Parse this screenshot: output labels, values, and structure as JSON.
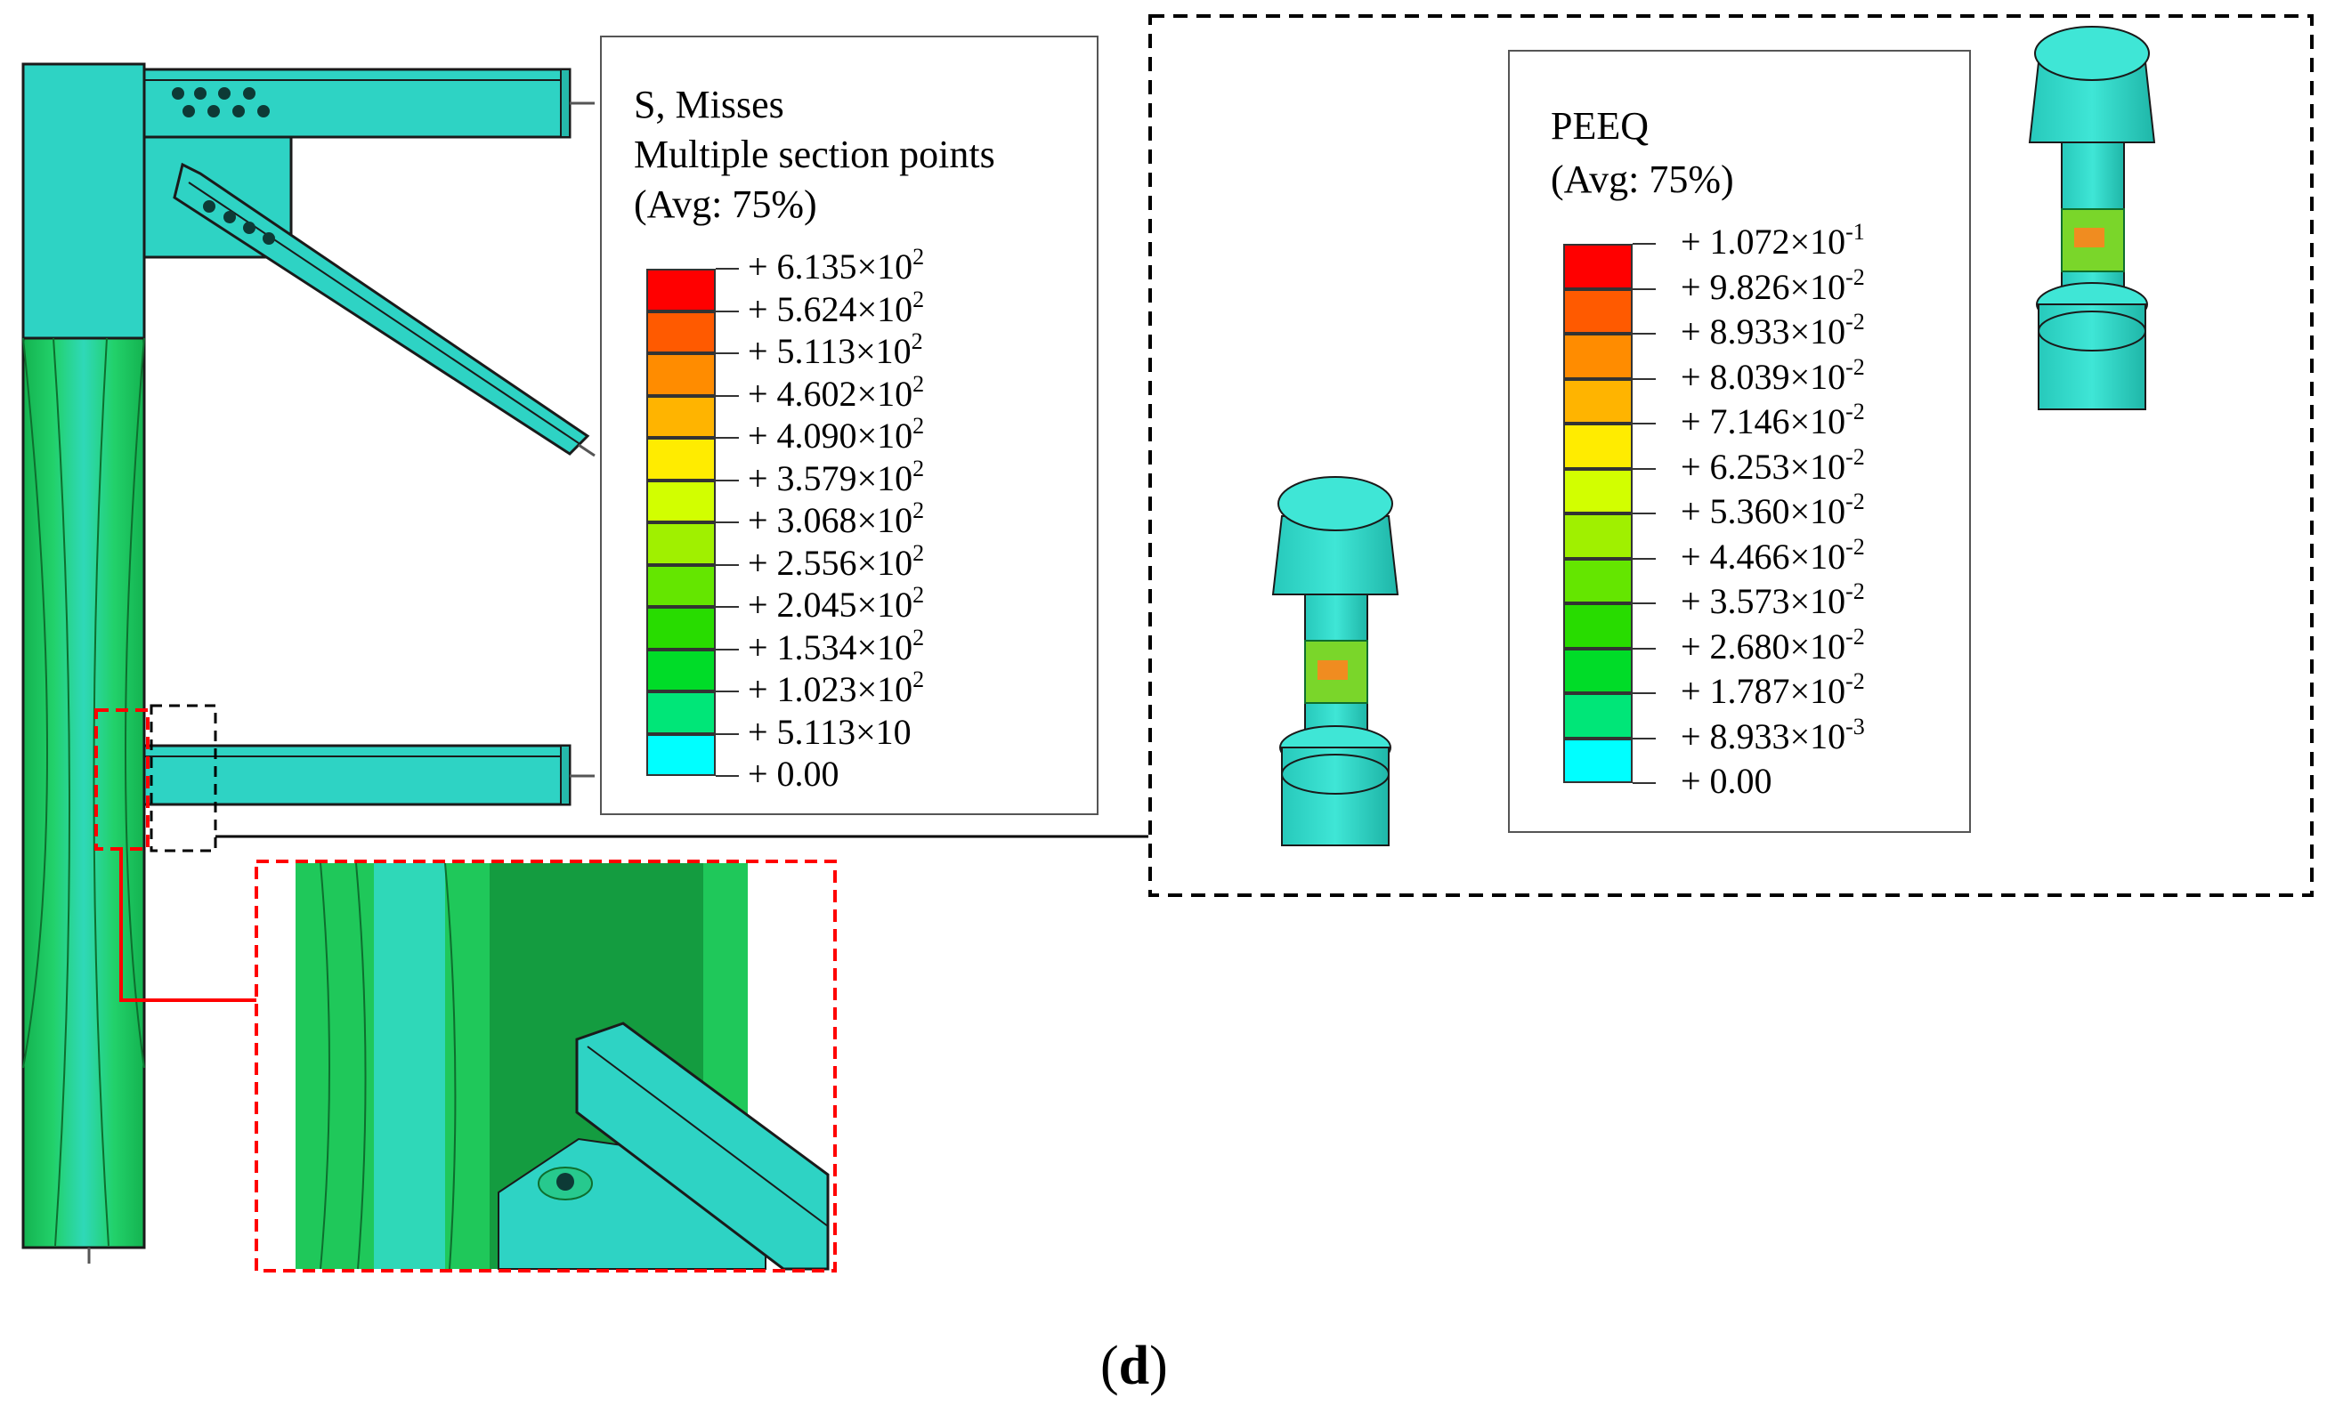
{
  "stress_legend": {
    "title_lines": [
      "S, Misses",
      "Multiple section points",
      "(Avg: 75%)"
    ],
    "levels": [
      {
        "mantissa": "+ 6.135",
        "times": "×",
        "base": "10",
        "exp": "2",
        "color": "#ff0000"
      },
      {
        "mantissa": "+ 5.624",
        "times": "×",
        "base": "10",
        "exp": "2",
        "color": "#ff5a00"
      },
      {
        "mantissa": "+ 5.113",
        "times": "×",
        "base": "10",
        "exp": "2",
        "color": "#ff8c00"
      },
      {
        "mantissa": "+ 4.602",
        "times": "×",
        "base": "10",
        "exp": "2",
        "color": "#ffb400"
      },
      {
        "mantissa": "+ 4.090",
        "times": "×",
        "base": "10",
        "exp": "2",
        "color": "#ffec00"
      },
      {
        "mantissa": "+ 3.579",
        "times": "×",
        "base": "10",
        "exp": "2",
        "color": "#d2ff00"
      },
      {
        "mantissa": "+ 3.068",
        "times": "×",
        "base": "10",
        "exp": "2",
        "color": "#a0f000"
      },
      {
        "mantissa": "+ 2.556",
        "times": "×",
        "base": "10",
        "exp": "2",
        "color": "#64e600"
      },
      {
        "mantissa": "+ 2.045",
        "times": "×",
        "base": "10",
        "exp": "2",
        "color": "#28dc00"
      },
      {
        "mantissa": "+ 1.534",
        "times": "×",
        "base": "10",
        "exp": "2",
        "color": "#00dc28"
      },
      {
        "mantissa": "+ 1.023",
        "times": "×",
        "base": "10",
        "exp": "2",
        "color": "#00e678"
      },
      {
        "mantissa": "+ 5.113",
        "times": "×",
        "base": "10",
        "exp": "",
        "color": "#00f0c8"
      },
      {
        "mantissa": "+ 0.00",
        "times": "",
        "base": "",
        "exp": "",
        "color": "#00ffff"
      }
    ]
  },
  "peeq_legend": {
    "title_lines": [
      "PEEQ",
      "(Avg: 75%)"
    ],
    "levels": [
      {
        "mantissa": "+ 1.072",
        "times": "×",
        "base": "10",
        "exp": "-1",
        "color": "#ff0000"
      },
      {
        "mantissa": "+ 9.826",
        "times": "×",
        "base": "10",
        "exp": "-2",
        "color": "#ff5a00"
      },
      {
        "mantissa": "+ 8.933",
        "times": "×",
        "base": "10",
        "exp": "-2",
        "color": "#ff8c00"
      },
      {
        "mantissa": "+ 8.039",
        "times": "×",
        "base": "10",
        "exp": "-2",
        "color": "#ffb400"
      },
      {
        "mantissa": "+ 7.146",
        "times": "×",
        "base": "10",
        "exp": "-2",
        "color": "#ffec00"
      },
      {
        "mantissa": "+ 6.253",
        "times": "×",
        "base": "10",
        "exp": "-2",
        "color": "#d2ff00"
      },
      {
        "mantissa": "+ 5.360",
        "times": "×",
        "base": "10",
        "exp": "-2",
        "color": "#a0f000"
      },
      {
        "mantissa": "+ 4.466",
        "times": "×",
        "base": "10",
        "exp": "-2",
        "color": "#64e600"
      },
      {
        "mantissa": "+ 3.573",
        "times": "×",
        "base": "10",
        "exp": "-2",
        "color": "#28dc00"
      },
      {
        "mantissa": "+ 2.680",
        "times": "×",
        "base": "10",
        "exp": "-2",
        "color": "#00dc28"
      },
      {
        "mantissa": "+ 1.787",
        "times": "×",
        "base": "10",
        "exp": "-2",
        "color": "#00e678"
      },
      {
        "mantissa": "+ 8.933",
        "times": "×",
        "base": "10",
        "exp": "-3",
        "color": "#00f0c8"
      },
      {
        "mantissa": "+ 0.00",
        "times": "",
        "base": "",
        "exp": "",
        "color": "#00ffff"
      }
    ]
  },
  "caption": {
    "open": "(",
    "letter": "d",
    "close": ")"
  },
  "colors": {
    "steel_cyan": "#2ed3c4",
    "mid_green": "#1fc85a",
    "dark_green": "#16a64a",
    "highlight_red": "#ff0000",
    "highlight_black": "#000000"
  }
}
